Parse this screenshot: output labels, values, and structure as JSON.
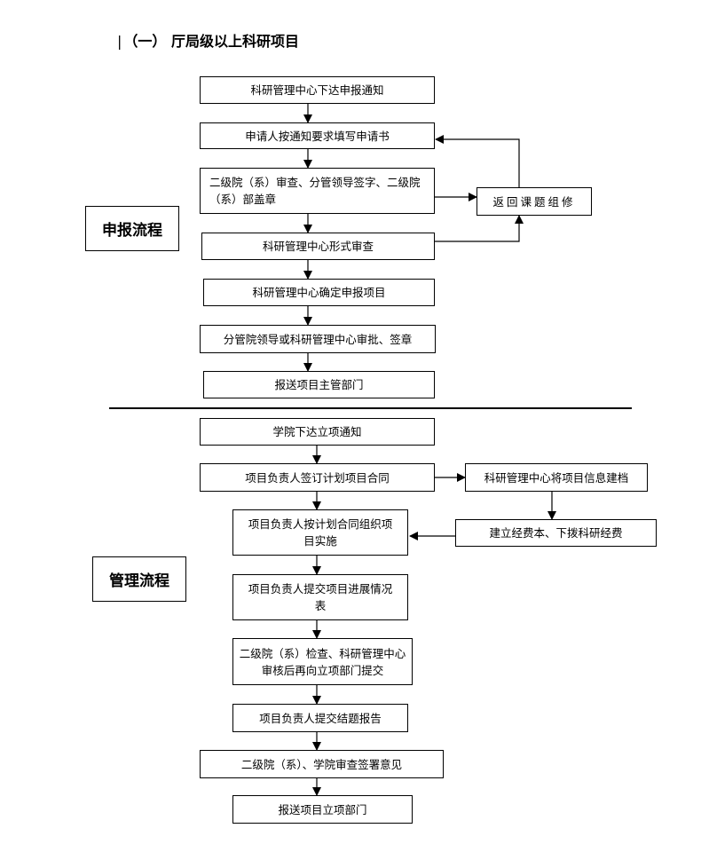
{
  "title": {
    "bar": "|",
    "text": "（一） 厅局级以上科研项目"
  },
  "sections": {
    "apply_label": "申报流程",
    "manage_label": "管理流程"
  },
  "apply_steps": {
    "s1": "科研管理中心下达申报通知",
    "s2": "申请人按通知要求填写申请书",
    "s3": "二级院（系）审查、分管领导签字、二级院（系）部盖章",
    "s4": "科研管理中心形式审查",
    "s5": "科研管理中心确定申报项目",
    "s6": "分管院领导或科研管理中心审批、签章",
    "s7": "报送项目主管部门",
    "return": "返回课题组修"
  },
  "manage_steps": {
    "m1": "学院下达立项通知",
    "m2": "项目负责人签订计划项目合同",
    "m3": "科研管理中心将项目信息建档",
    "m4": "建立经费本、下拨科研经费",
    "m5": "项目负责人按计划合同组织项目实施",
    "m6": "项目负责人提交项目进展情况表",
    "m7": "二级院（系）检查、科研管理中心审核后再向立项部门提交",
    "m8": "项目负责人提交结题报告",
    "m9": "二级院（系）、学院审查签署意见",
    "m10": "报送项目立项部门"
  },
  "colors": {
    "stroke": "#000000",
    "background": "#ffffff"
  }
}
